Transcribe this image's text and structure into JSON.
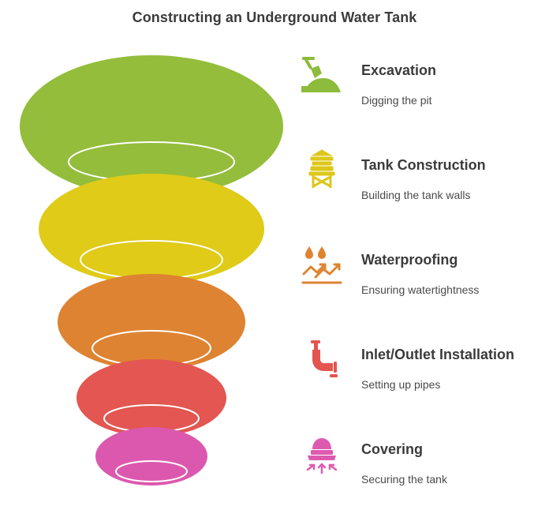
{
  "title": "Constructing an Underground Water Tank",
  "steps": [
    {
      "title": "Excavation",
      "description": "Digging the pit",
      "icon": "shovel-dirt-icon",
      "color": "#8dbb3c"
    },
    {
      "title": "Tank Construction",
      "description": "Building the tank walls",
      "icon": "water-tower-icon",
      "color": "#dcc71a"
    },
    {
      "title": "Waterproofing",
      "description": "Ensuring watertightness",
      "icon": "water-drops-arrows-icon",
      "color": "#de8430"
    },
    {
      "title": "Inlet/Outlet Installation",
      "description": "Setting up pipes",
      "icon": "pipe-faucet-icon",
      "color": "#e45550"
    },
    {
      "title": "Covering",
      "description": "Securing the tank",
      "icon": "dome-cover-icon",
      "color": "#dd5aaf"
    }
  ]
}
